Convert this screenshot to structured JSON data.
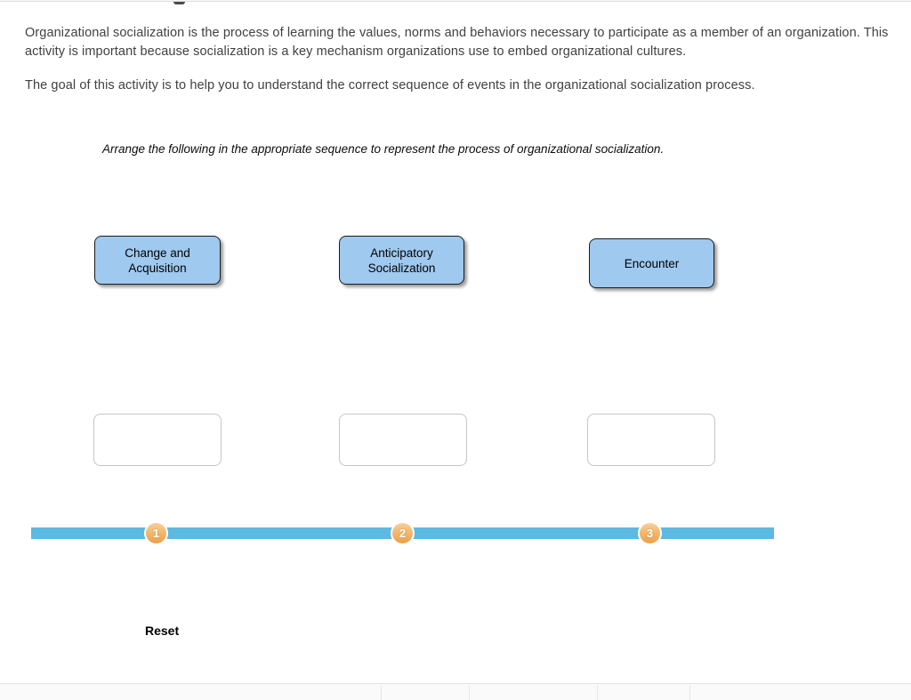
{
  "colors": {
    "card_fill": "#9fc9ef",
    "card_border": "#1b1b1b",
    "timeline_bar": "#5bb9e2",
    "marker_fill_top": "#f7d09c",
    "marker_fill_bottom": "#eca04a",
    "drop_zone_border": "#c6c6c6",
    "body_text": "#414141"
  },
  "intro": {
    "paragraph_1": "Organizational socialization is the process of learning the values, norms and behaviors necessary to participate as a member of an organization. This activity is important because socialization is a key mechanism organizations use to embed organizational cultures.",
    "paragraph_2": "The goal of this activity is to help you to understand the correct sequence of events in the organizational socialization process."
  },
  "activity": {
    "instruction": "Arrange the following in the appropriate sequence to represent the process of organizational socialization.",
    "cards": [
      {
        "label": "Change and Acquisition"
      },
      {
        "label": "Anticipatory Socialization"
      },
      {
        "label": "Encounter"
      }
    ],
    "drop_zones": [
      {
        "value": ""
      },
      {
        "value": ""
      },
      {
        "value": ""
      }
    ],
    "timeline_markers": [
      "1",
      "2",
      "3"
    ],
    "reset_label": "Reset"
  }
}
